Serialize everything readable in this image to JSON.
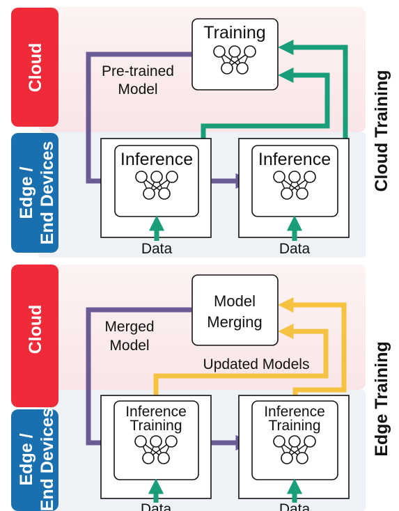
{
  "colors": {
    "cloud_tier": "#ef2b3a",
    "edge_tier": "#1a6fae",
    "model_flow": "#6b5b95",
    "cloud_training_data_flow": "#1a9e7a",
    "edge_training_update_flow": "#f5c242",
    "data_input": "#1a9e7a",
    "cloud_band": "#fbeeee",
    "edge_band": "#eef1f5"
  },
  "top_panel": {
    "title": "Cloud Training",
    "cloud_label": "Cloud",
    "edge_label_line1": "Edge /",
    "edge_label_line2": "End Devices",
    "cloud_box_label": "Training",
    "flow_label_line1": "Pre-trained",
    "flow_label_line2": "Model",
    "device_1_label": "Inference",
    "device_2_label": "Inference",
    "data_1": "Data",
    "data_2": "Data"
  },
  "bottom_panel": {
    "title": "Edge Training",
    "cloud_label": "Cloud",
    "edge_label_line1": "Edge /",
    "edge_label_line2": "End Devices",
    "cloud_box_label_line1": "Model",
    "cloud_box_label_line2": "Merging",
    "flow_label_line1": "Merged",
    "flow_label_line2": "Model",
    "update_label": "Updated Models",
    "device_1_label_line1": "Inference",
    "device_1_label_line2": "Training",
    "device_2_label_line1": "Inference",
    "device_2_label_line2": "Training",
    "data_1": "Data",
    "data_2": "Data"
  }
}
